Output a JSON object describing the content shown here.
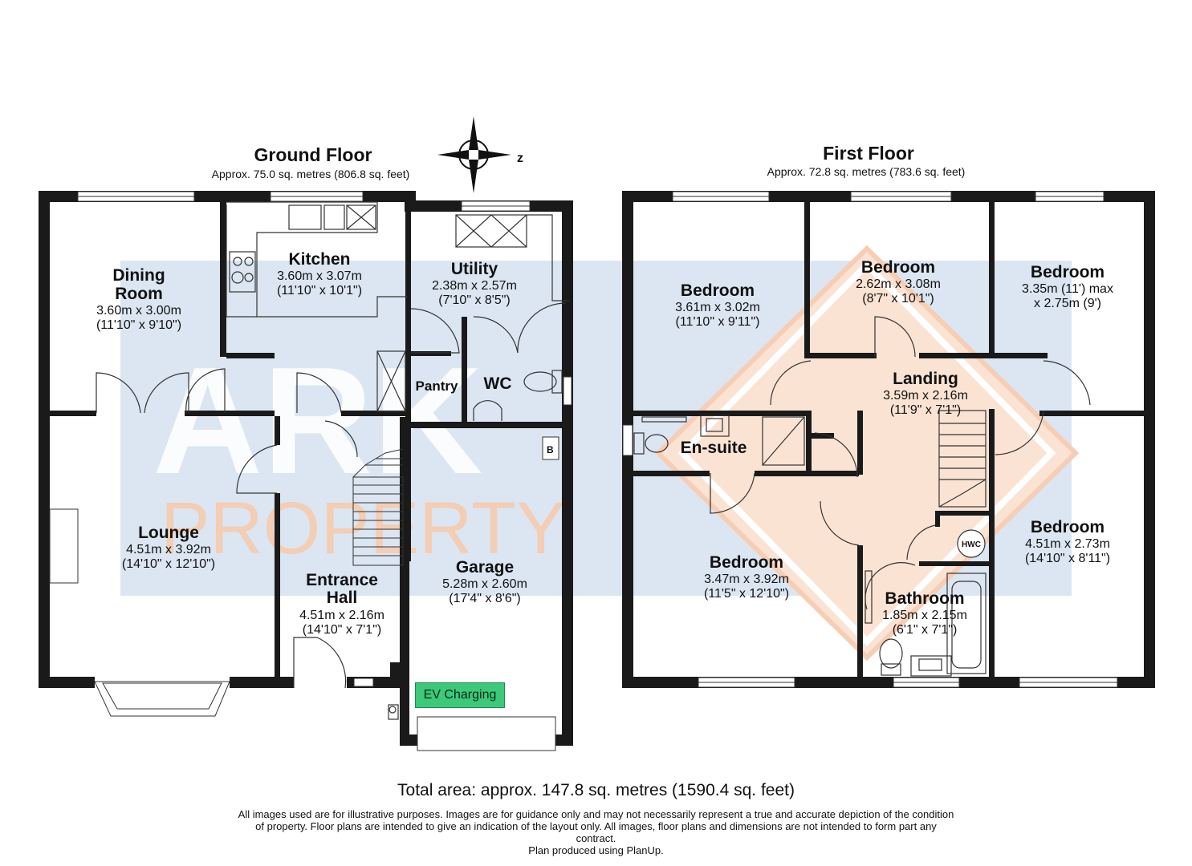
{
  "ground_floor": {
    "title": "Ground Floor",
    "area": "Approx. 75.0 sq. metres (806.8 sq. feet)",
    "rooms": {
      "dining": {
        "name_1": "Dining",
        "name_2": "Room",
        "dim_m": "3.60m x 3.00m",
        "dim_ft": "(11'10\" x 9'10\")"
      },
      "kitchen": {
        "name": "Kitchen",
        "dim_m": "3.60m x 3.07m",
        "dim_ft": "(11'10\" x 10'1\")"
      },
      "utility": {
        "name": "Utility",
        "dim_m": "2.38m x 2.57m",
        "dim_ft": "(7'10\" x 8'5\")"
      },
      "pantry": {
        "name": "Pantry"
      },
      "wc": {
        "name": "WC"
      },
      "lounge": {
        "name": "Lounge",
        "dim_m": "4.51m x 3.92m",
        "dim_ft": "(14'10\" x 12'10\")"
      },
      "entrance": {
        "name_1": "Entrance",
        "name_2": "Hall",
        "dim_m": "4.51m x 2.16m",
        "dim_ft": "(14'10\" x 7'1\")"
      },
      "garage": {
        "name": "Garage",
        "dim_m": "5.28m x 2.60m",
        "dim_ft": "(17'4\" x 8'6\")"
      }
    },
    "boiler_label": "B",
    "ev_label": "EV Charging"
  },
  "first_floor": {
    "title": "First Floor",
    "area": "Approx. 72.8 sq. metres (783.6 sq. feet)",
    "rooms": {
      "bed_left": {
        "name": "Bedroom",
        "dim_m": "3.61m x 3.02m",
        "dim_ft": "(11'10\" x 9'11\")"
      },
      "bed_mid": {
        "name": "Bedroom",
        "dim_m": "2.62m x 3.08m",
        "dim_ft": "(8'7\" x 10'1\")"
      },
      "bed_right": {
        "name": "Bedroom",
        "dim_m": "3.35m (11') max",
        "dim_ft": "x 2.75m (9')"
      },
      "landing": {
        "name": "Landing",
        "dim_m": "3.59m x 2.16m",
        "dim_ft": "(11'9\" x 7'1\")"
      },
      "ensuite": {
        "name": "En-suite"
      },
      "bed_main": {
        "name": "Bedroom",
        "dim_m": "3.47m x 3.92m",
        "dim_ft": "(11'5\" x 12'10\")"
      },
      "bathroom": {
        "name": "Bathroom",
        "dim_m": "1.85m x 2.15m",
        "dim_ft": "(6'1\" x 7'1\")"
      },
      "bed_br": {
        "name": "Bedroom",
        "dim_m": "4.51m x 2.73m",
        "dim_ft": "(14'10\" x 8'11\")"
      }
    },
    "hwc_label": "HWC"
  },
  "compass": {
    "label": "z"
  },
  "watermark": {
    "line1": "ARK",
    "line2": "PROPERTY"
  },
  "total": "Total area: approx. 147.8 sq. metres (1590.4 sq. feet)",
  "disclaimer": {
    "line1": "All images used are for illustrative purposes. Images are for guidance only and may not necessarily represent a true and accurate depiction of the condition",
    "line2": "of property. Floor plans are intended to give an indication of the layout only. All images, floor plans and dimensions are not intended to form part any",
    "line3": "contract.",
    "line4": "Plan produced using PlanUp."
  },
  "colors": {
    "wall": "#1a1a1a",
    "watermark_blue": "#dbe6f2",
    "watermark_peach": "#fbe3d3"
  }
}
